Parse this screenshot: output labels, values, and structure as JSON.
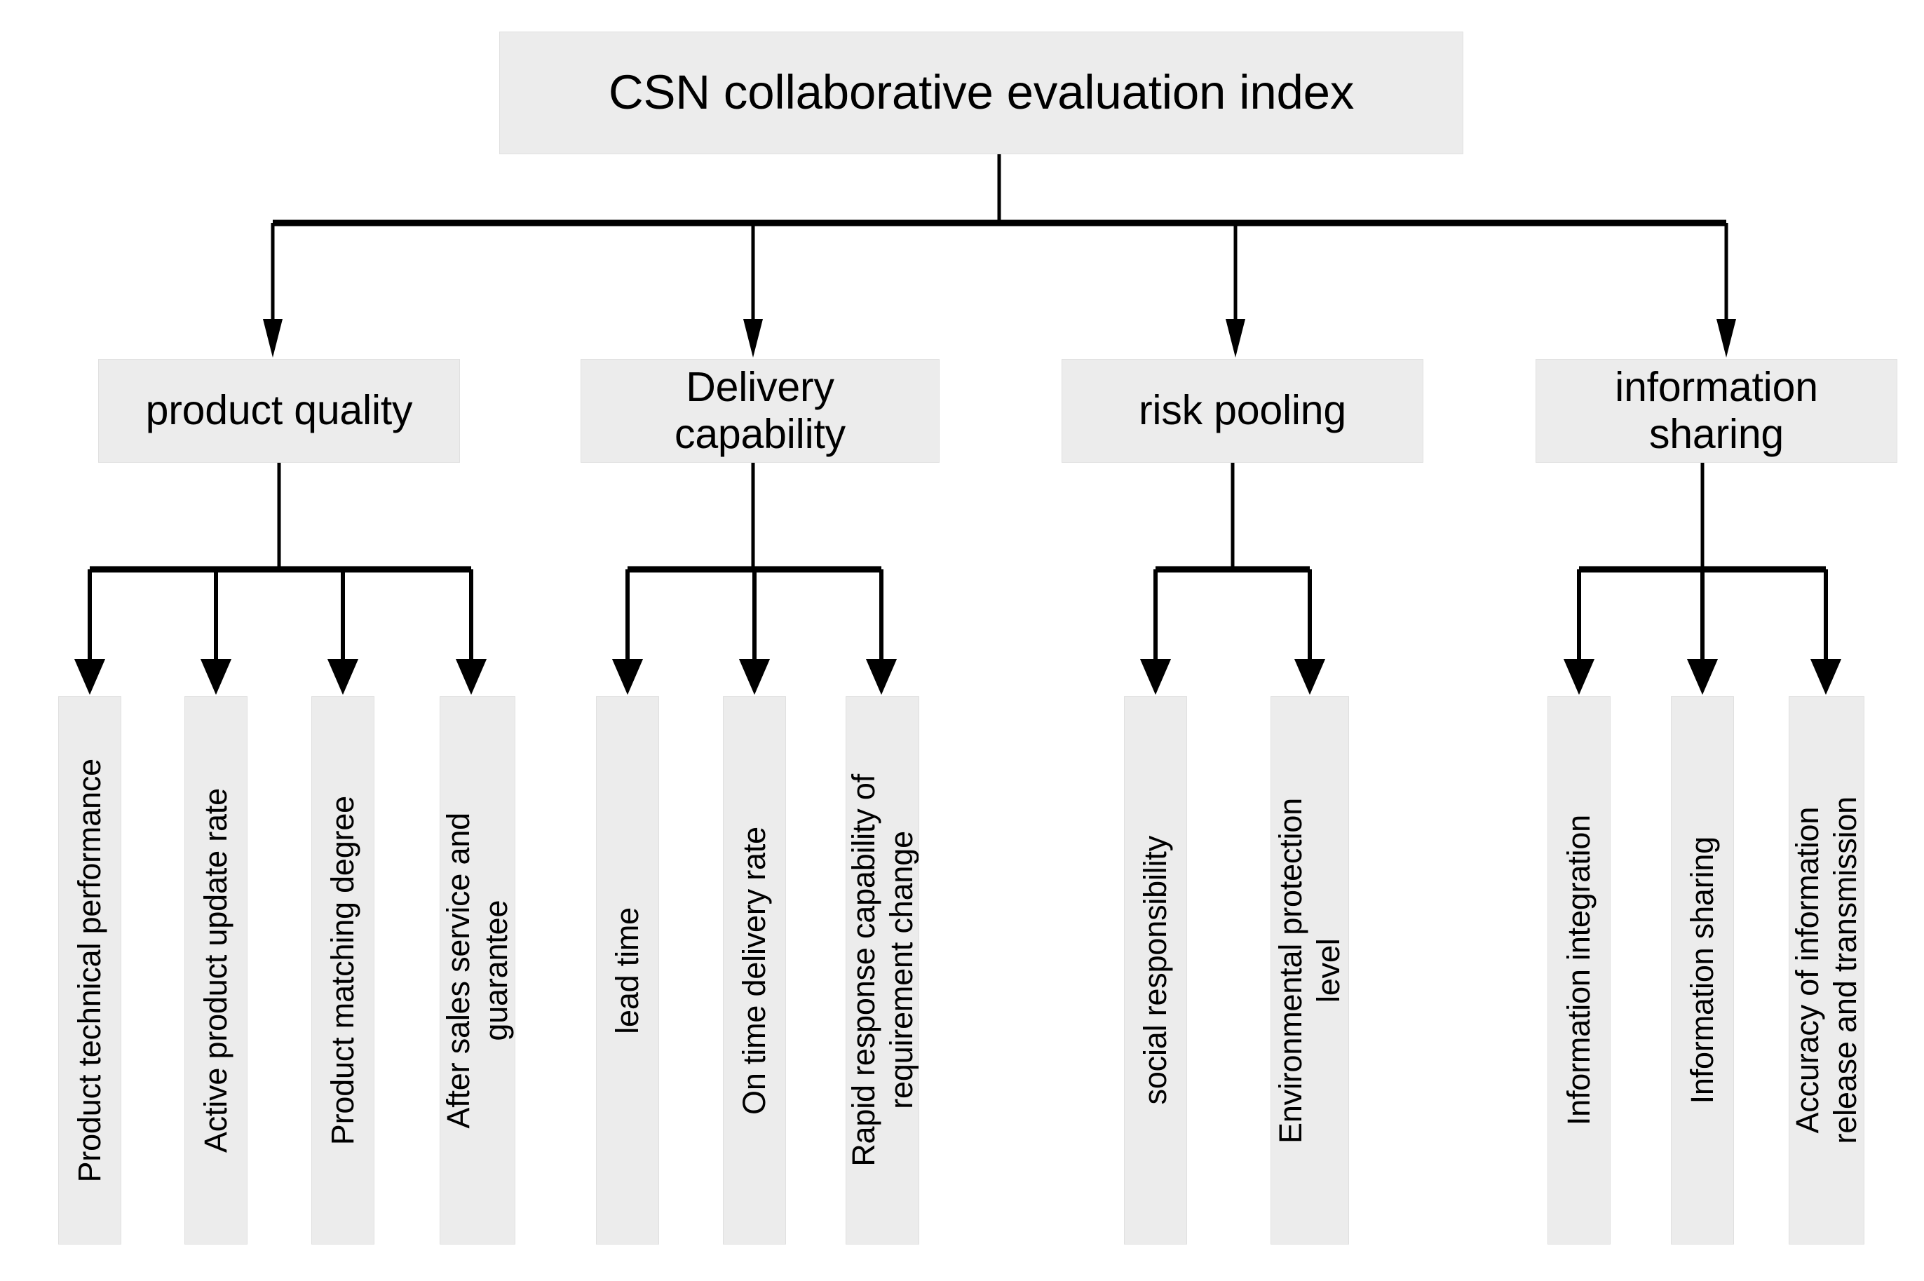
{
  "diagram": {
    "title": "CSN collaborative evaluation index",
    "type": "hierarchy-tree",
    "orientation": "top-down",
    "levels": 3,
    "colors": {
      "box_fill": "#ececec",
      "box_border": "#e0e0e0",
      "connector": "#000000",
      "text": "#000000",
      "background": "#ffffff"
    },
    "root": {
      "label": "CSN collaborative evaluation index"
    },
    "branches": [
      {
        "label": "product quality",
        "leaves": [
          {
            "label": "Product technical performance"
          },
          {
            "label": "Active product update rate"
          },
          {
            "label": "Product matching degree"
          },
          {
            "label": "After sales service and\nguarantee"
          }
        ]
      },
      {
        "label": "Delivery\ncapability",
        "leaves": [
          {
            "label": "lead time"
          },
          {
            "label": "On time delivery rate"
          },
          {
            "label": "Rapid response capability of\nrequirement change"
          }
        ]
      },
      {
        "label": "risk pooling",
        "leaves": [
          {
            "label": "social responsibility"
          },
          {
            "label": "Environmental protection\nlevel"
          }
        ]
      },
      {
        "label": "information\nsharing",
        "leaves": [
          {
            "label": "Information integration"
          },
          {
            "label": "Information sharing"
          },
          {
            "label": "Accuracy of information\nrelease and transmission"
          }
        ]
      }
    ]
  }
}
